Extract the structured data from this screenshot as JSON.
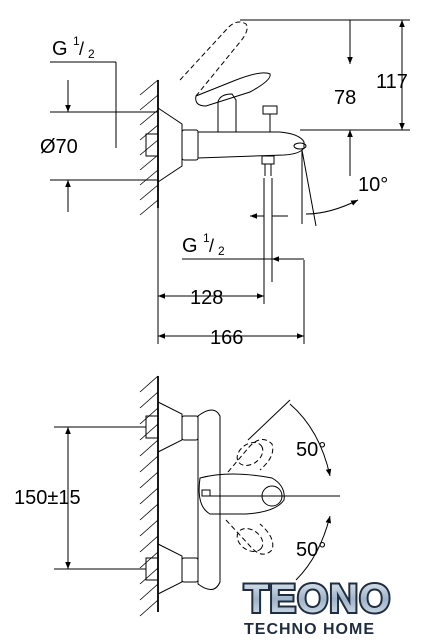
{
  "side_view": {
    "thread_top": "G",
    "thread_top_frac_num": "1",
    "thread_top_frac_den": "2",
    "dim_diameter": "Ø70",
    "dim_78": "78",
    "dim_117": "117",
    "angle_10": "10°",
    "thread_bottom": "G",
    "thread_bottom_frac_num": "1",
    "thread_bottom_frac_den": "2",
    "dim_128": "128",
    "dim_166": "166"
  },
  "front_view": {
    "dim_spacing": "150±15",
    "angle_top": "50°",
    "angle_bottom": "50°"
  },
  "brand": {
    "logo_text": "TEONO",
    "tagline": "TECHNO HOME"
  },
  "colors": {
    "logo_dark": "#1f2d3f",
    "logo_light": "#c9d6e6"
  }
}
